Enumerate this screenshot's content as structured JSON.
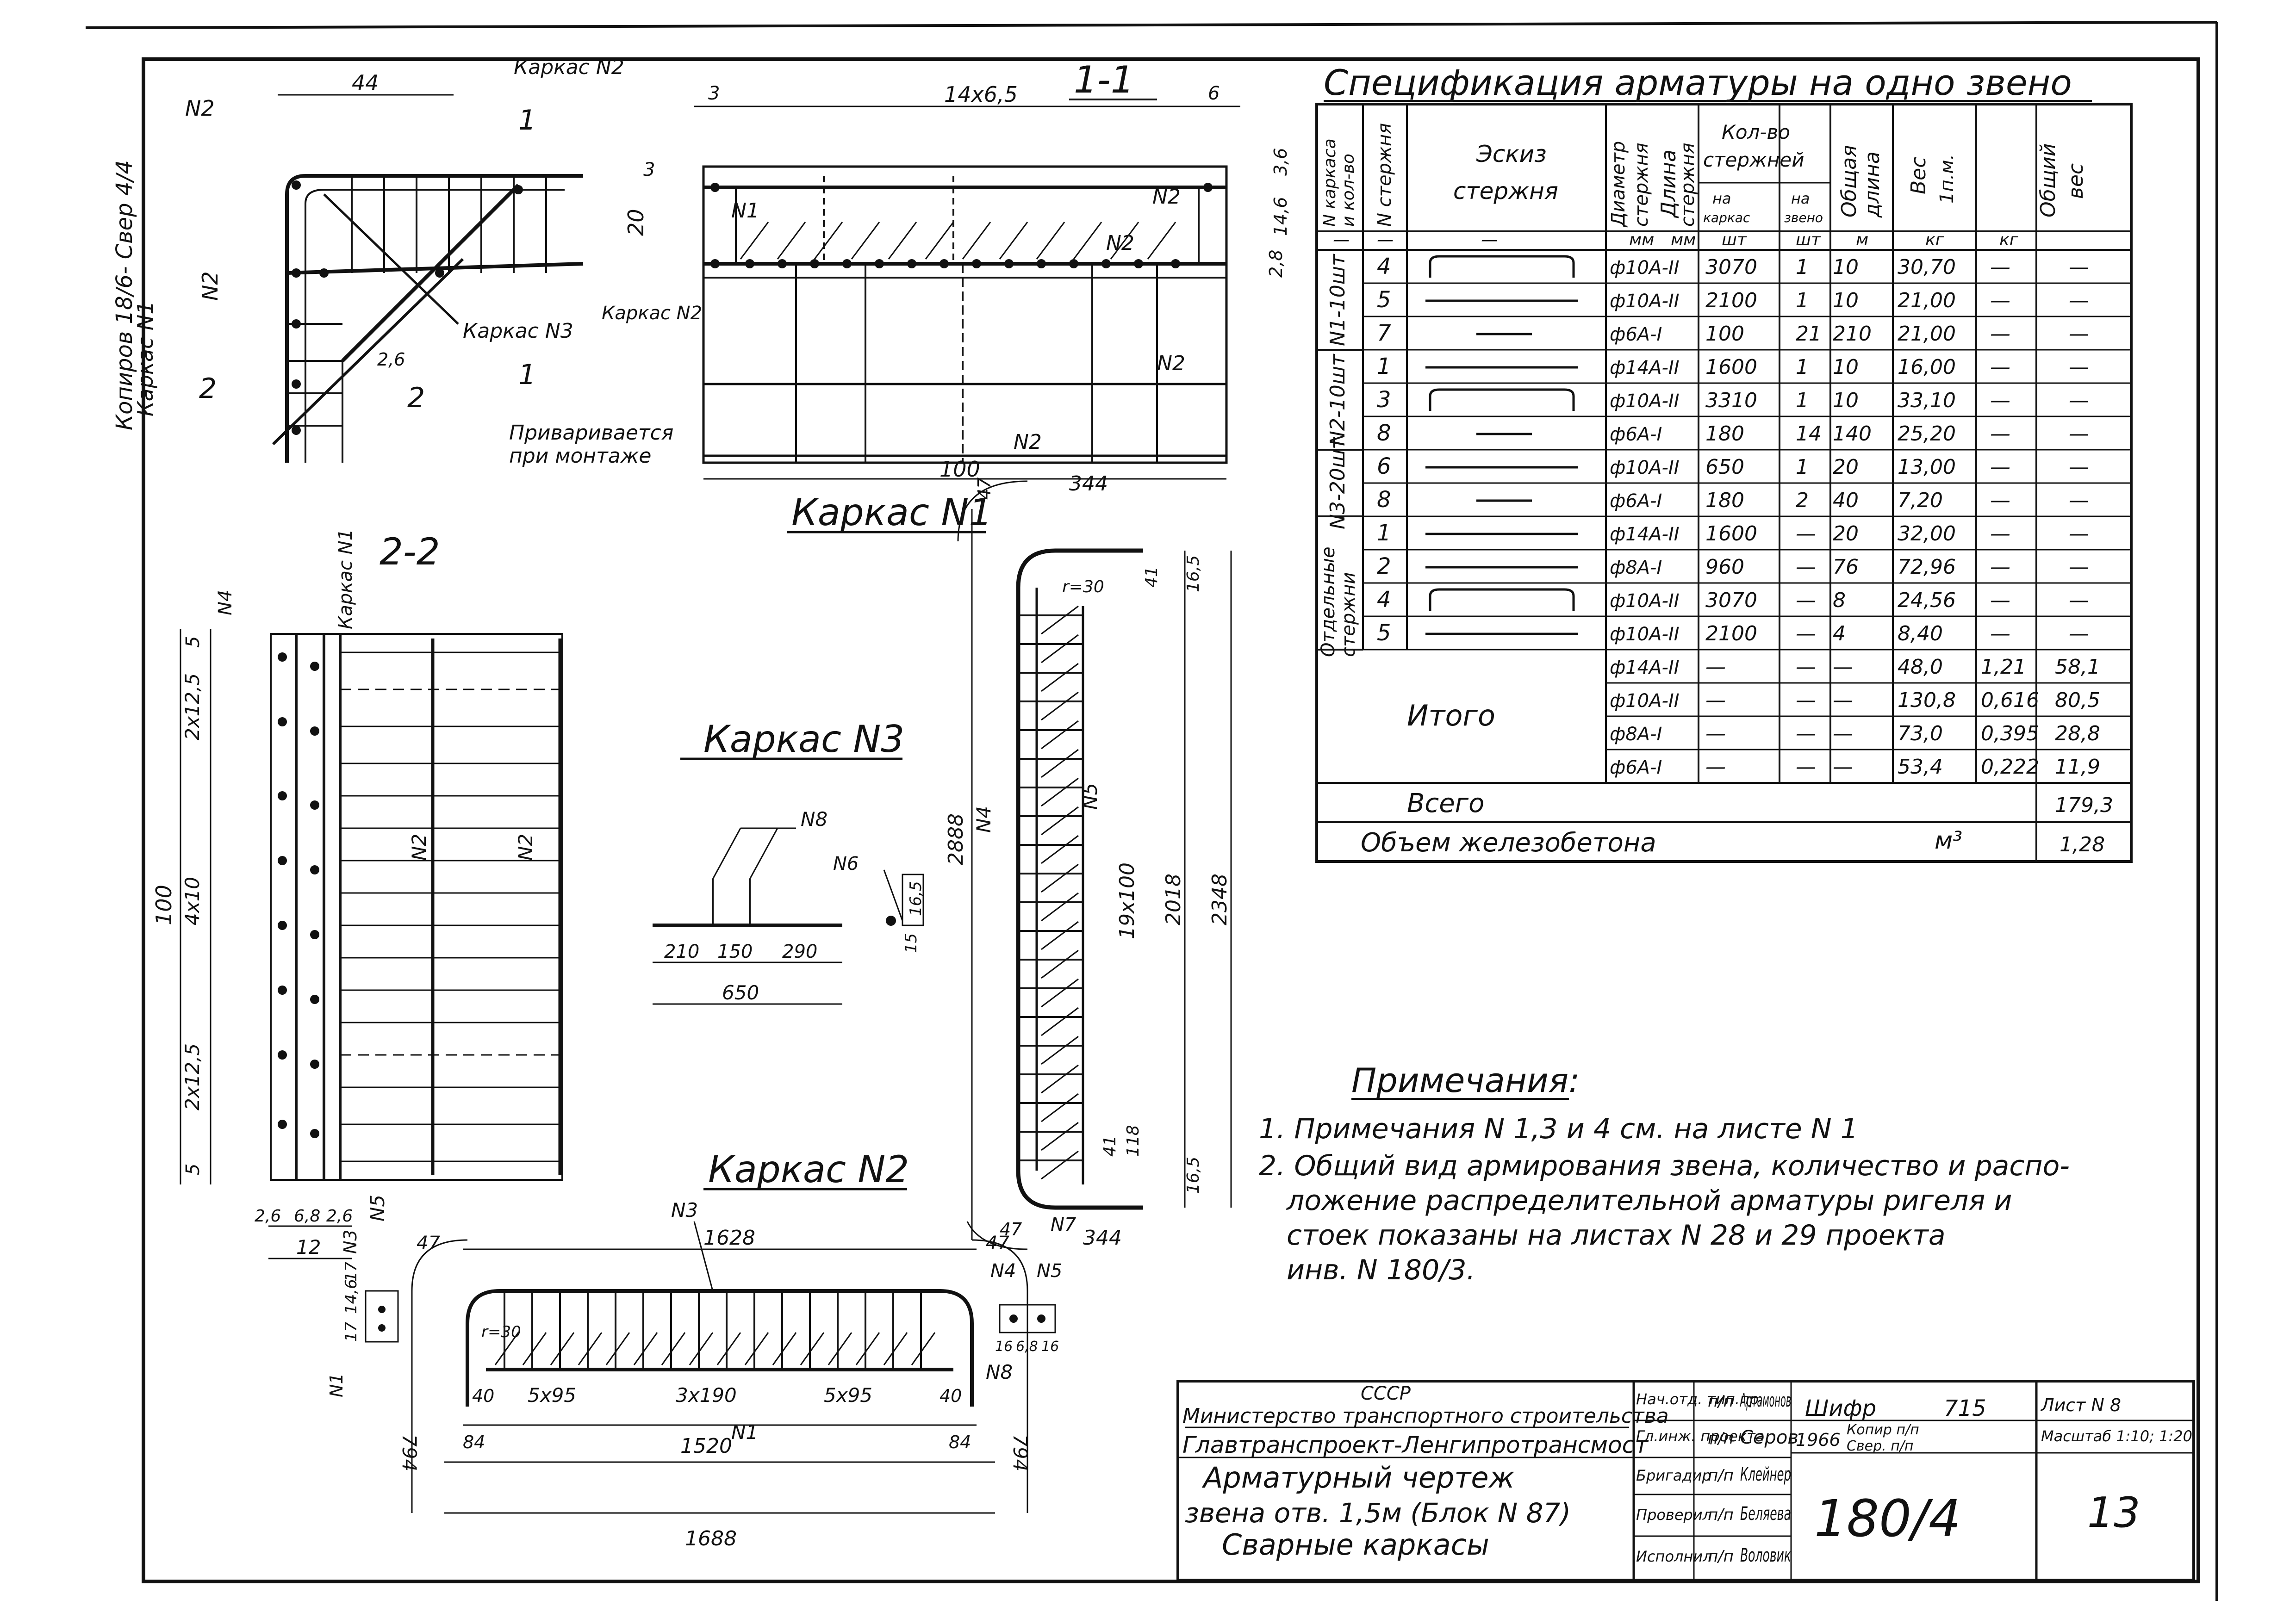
{
  "spec": {
    "title": "Спецификация арматуры на одно звено",
    "headers": {
      "karkas": "N каркаса и кол-во",
      "sterzhen": "N стержня",
      "eskiz": "Эскиз стержня",
      "diam": "Диаметр стержня",
      "dlina": "Длина стержня",
      "kolvo": "Кол-во стержней",
      "na_karkas": "на каркас",
      "na_zveno": "на звено",
      "obsh_dlina": "Общая длина",
      "ves_1pm": "Вес 1п.м.",
      "obsh_ves": "Общий вес"
    },
    "units": [
      "—",
      "—",
      "—",
      "мм",
      "мм",
      "шт",
      "шт",
      "м",
      "кг",
      "кг"
    ],
    "groups": [
      {
        "label": "N1-10шт",
        "rows": [
          {
            "n": "4",
            "sketch": "bent",
            "d": "ф10А-II",
            "len": "3070",
            "nk": "1",
            "nz": "10",
            "total": "30,70",
            "w": "—",
            "tw": "—"
          },
          {
            "n": "5",
            "sketch": "line",
            "d": "ф10А-II",
            "len": "2100",
            "nk": "1",
            "nz": "10",
            "total": "21,00",
            "w": "—",
            "tw": "—"
          },
          {
            "n": "7",
            "sketch": "short",
            "d": "ф6А-I",
            "len": "100",
            "nk": "21",
            "nz": "210",
            "total": "21,00",
            "w": "—",
            "tw": "—"
          }
        ]
      },
      {
        "label": "N2-10шт",
        "rows": [
          {
            "n": "1",
            "sketch": "line",
            "d": "ф14А-II",
            "len": "1600",
            "nk": "1",
            "nz": "10",
            "total": "16,00",
            "w": "—",
            "tw": "—"
          },
          {
            "n": "3",
            "sketch": "bent",
            "d": "ф10А-II",
            "len": "3310",
            "nk": "1",
            "nz": "10",
            "total": "33,10",
            "w": "—",
            "tw": "—"
          },
          {
            "n": "8",
            "sketch": "short",
            "d": "ф6А-I",
            "len": "180",
            "nk": "14",
            "nz": "140",
            "total": "25,20",
            "w": "—",
            "tw": "—"
          }
        ]
      },
      {
        "label": "N3-20шт",
        "rows": [
          {
            "n": "6",
            "sketch": "line",
            "d": "ф10А-II",
            "len": "650",
            "nk": "1",
            "nz": "20",
            "total": "13,00",
            "w": "—",
            "tw": "—"
          },
          {
            "n": "8",
            "sketch": "short",
            "d": "ф6А-I",
            "len": "180",
            "nk": "2",
            "nz": "40",
            "total": "7,20",
            "w": "—",
            "tw": "—"
          }
        ]
      },
      {
        "label": "Отдельные стержни",
        "rows": [
          {
            "n": "1",
            "sketch": "line",
            "d": "ф14А-II",
            "len": "1600",
            "nk": "—",
            "nz": "20",
            "total": "32,00",
            "w": "—",
            "tw": "—"
          },
          {
            "n": "2",
            "sketch": "line",
            "d": "ф8А-I",
            "len": "960",
            "nk": "—",
            "nz": "76",
            "total": "72,96",
            "w": "—",
            "tw": "—"
          },
          {
            "n": "4",
            "sketch": "bent",
            "d": "ф10А-II",
            "len": "3070",
            "nk": "—",
            "nz": "8",
            "total": "24,56",
            "w": "—",
            "tw": "—"
          },
          {
            "n": "5",
            "sketch": "line",
            "d": "ф10А-II",
            "len": "2100",
            "nk": "—",
            "nz": "4",
            "total": "8,40",
            "w": "—",
            "tw": "—"
          }
        ]
      }
    ],
    "itogo_label": "Итого",
    "itogo": [
      {
        "d": "ф14А-II",
        "len": "—",
        "nk": "—",
        "nz": "—",
        "total": "48,0",
        "w": "1,21",
        "tw": "58,1"
      },
      {
        "d": "ф10А-II",
        "len": "—",
        "nk": "—",
        "nz": "—",
        "total": "130,8",
        "w": "0,616",
        "tw": "80,5"
      },
      {
        "d": "ф8А-I",
        "len": "—",
        "nk": "—",
        "nz": "—",
        "total": "73,0",
        "w": "0,395",
        "tw": "28,8"
      },
      {
        "d": "ф6А-I",
        "len": "—",
        "nk": "—",
        "nz": "—",
        "total": "53,4",
        "w": "0,222",
        "tw": "11,9"
      }
    ],
    "vsego_label": "Всего",
    "vsego_value": "179,3",
    "obem_label": "Объем железобетона",
    "obem_unit": "м³",
    "obem_value": "1,28"
  },
  "notes": {
    "title": "Примечания:",
    "line1": "1. Примечания N 1,3 и 4 см. на листе N 1",
    "line2": "2. Общий вид армирования звена, количество и распо-",
    "line3": "ложение распределительной арматуры ригеля и",
    "line4": "стоек показаны на листах N 28 и 29 проекта",
    "line5": "инв. N 180/3."
  },
  "stamp": {
    "ussr": "СССР",
    "ministry": "Министерство транспортного строительства",
    "institute": "Главтранспроект-Ленгипротрансмост",
    "title1": "Арматурный чертеж",
    "title2": "звена отв. 1,5м (Блок N 87)",
    "title3": "Сварные каркасы",
    "roles": [
      "Нач.отд. тип.пр.",
      "Гл.инж. проекта",
      "Бригадир",
      "Проверил",
      "Исполнил"
    ],
    "pp": [
      "п/п",
      "п/п",
      "п/п",
      "п/п",
      "п/п"
    ],
    "names": [
      "Артамонов",
      "Серов",
      "Клейнер",
      "Беляева",
      "Воловик"
    ],
    "shifr_label": "Шифр",
    "shifr_value": "715",
    "year": "1966",
    "kopir": "Копир п/п",
    "sver": "Свер. п/п",
    "number": "180/4",
    "list_label": "Лист N 8",
    "masshtab_label": "Масштаб 1:10; 1:20",
    "sheet": "13"
  },
  "side_note": "Копиров 18/6- Свер 4/4",
  "drawings": {
    "section11": {
      "title": "1-1",
      "dims": [
        "3",
        "14x6,5",
        "6",
        "3",
        "20",
        "3,6",
        "14,6",
        "2,8",
        "100"
      ],
      "labels": [
        "N1",
        "N2",
        "N2",
        "N2",
        "N2",
        "Каркас N2"
      ]
    },
    "plan": {
      "dims": [
        "44",
        "2,6"
      ],
      "labels": [
        "Каркас N2",
        "N2",
        "N2",
        "Каркас N1",
        "Каркас N3",
        "Приваривается при монтаже"
      ],
      "cuts": [
        "1",
        "1",
        "2",
        "2"
      ]
    },
    "section22": {
      "title": "2-2",
      "dims": [
        "5",
        "2x12,5",
        "4x10",
        "2x12,5",
        "5",
        "100",
        "2,6",
        "6,8",
        "2,6",
        "12",
        "17",
        "14,6",
        "17"
      ],
      "labels": [
        "N4",
        "Каркас N1",
        "N2",
        "N2",
        "N5",
        "N3",
        "N1"
      ]
    },
    "karkas1": {
      "title": "Каркас N1",
      "dims": [
        "47",
        "344",
        "r=30",
        "41",
        "16,5",
        "2888",
        "19x100",
        "2018",
        "2348",
        "41",
        "118",
        "16,5",
        "47",
        "344"
      ],
      "labels": [
        "N4",
        "N5",
        "N7"
      ]
    },
    "karkas3": {
      "title": "Каркас N3",
      "dims": [
        "210",
        "150",
        "290",
        "650",
        "16,5",
        "15"
      ],
      "labels": [
        "N8",
        "N6"
      ]
    },
    "karkas2": {
      "title": "Каркас N2",
      "dims": [
        "47",
        "1628",
        "47",
        "r=30",
        "40",
        "5x95",
        "3x190",
        "5x95",
        "40",
        "84",
        "1520",
        "84",
        "794",
        "794",
        "1688",
        "16",
        "6,8",
        "16"
      ],
      "labels": [
        "N3",
        "N1",
        "N8",
        "N4",
        "N5"
      ]
    }
  }
}
